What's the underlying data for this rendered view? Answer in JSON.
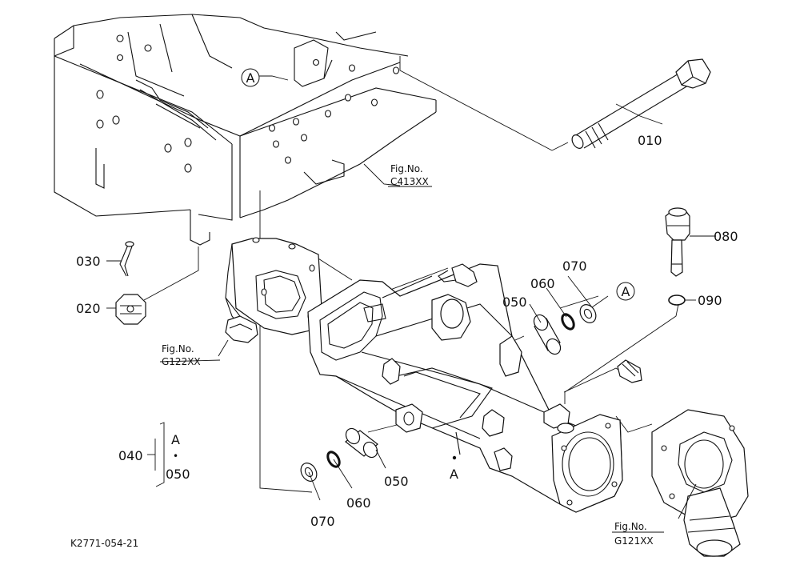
{
  "callouts": {
    "c010": "010",
    "c020": "020",
    "c030": "030",
    "c040": "040",
    "c050a": "050",
    "c050b": "050",
    "c060a": "060",
    "c060b": "060",
    "c070a": "070",
    "c070b": "070",
    "c080": "080",
    "c090": "090"
  },
  "markers": {
    "circle_a_top": "A",
    "circle_a_right": "A",
    "point_a": "A"
  },
  "bracket": {
    "top": "A",
    "dot": "•",
    "bottom": "050"
  },
  "fig_refs": {
    "c413": {
      "prefix": "Fig.No.",
      "code": "C413XX"
    },
    "g122": {
      "prefix": "Fig.No.",
      "code": "G122XX"
    },
    "g121": {
      "prefix": "Fig.No.",
      "code": "G121XX"
    }
  },
  "drawing_code": "K2771-054-21"
}
